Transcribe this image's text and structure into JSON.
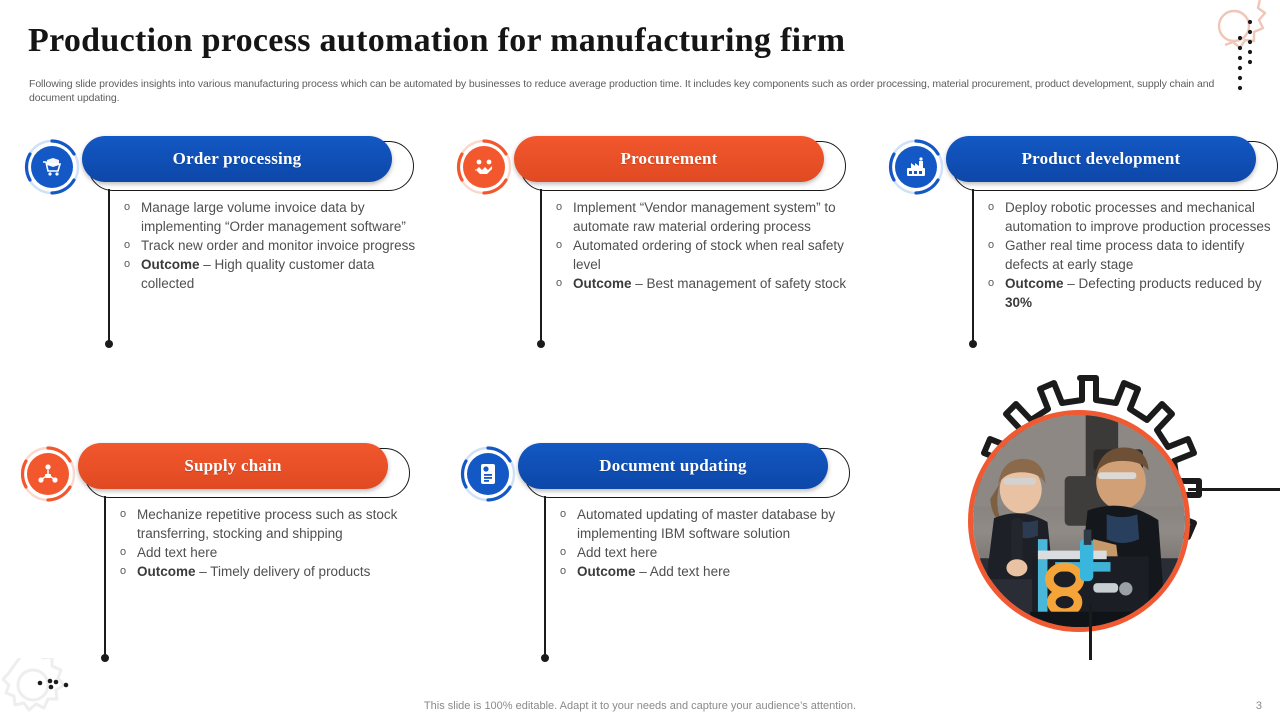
{
  "header": {
    "title": "Production process automation for manufacturing firm",
    "subtitle": "Following slide provides insights into various manufacturing process which can be automated by businesses to reduce average production time. It includes key components such as order processing, material procurement, product development, supply chain and document updating."
  },
  "colors": {
    "blue": "#1358c4",
    "blue_dark": "#0d47a8",
    "orange": "#f2572d",
    "orange_dark": "#e04a22",
    "outline": "#1b1b1b",
    "text_body": "#4f4f4f",
    "text_muted": "#8a8a8a"
  },
  "cards": [
    {
      "title": "Order processing",
      "theme": "blue",
      "icon": "order-cart-box-icon",
      "bullets": [
        {
          "marker": "o",
          "text": "Manage large volume invoice data by implementing “Order management software”",
          "bold": ""
        },
        {
          "marker": "o",
          "text": "Track new order and monitor invoice progress",
          "bold": ""
        },
        {
          "marker": "o",
          "text": " – High quality customer data collected",
          "bold": "Outcome"
        }
      ]
    },
    {
      "title": "Procurement",
      "theme": "orange",
      "icon": "handshake-deal-icon",
      "bullets": [
        {
          "marker": "o",
          "text": "Implement “Vendor management system” to automate raw material ordering process",
          "bold": ""
        },
        {
          "marker": "o",
          "text": "Automated ordering of stock when real safety level",
          "bold": ""
        },
        {
          "marker": "o",
          "text": " – Best management of safety stock",
          "bold": "Outcome"
        }
      ]
    },
    {
      "title": "Product development",
      "theme": "blue",
      "icon": "factory-robot-icon",
      "bullets": [
        {
          "marker": "o",
          "text": "Deploy robotic processes and mechanical automation to improve production processes",
          "bold": ""
        },
        {
          "marker": "o",
          "text": "Gather real time process data to identify defects at early stage",
          "bold": ""
        },
        {
          "marker": "o",
          "text": " – Defecting products reduced by 30%",
          "bold": "Outcome"
        }
      ]
    },
    {
      "title": "Supply chain",
      "theme": "orange",
      "icon": "supply-network-icon",
      "bullets": [
        {
          "marker": "o",
          "text": "Mechanize repetitive process such as stock transferring, stocking and shipping",
          "bold": ""
        },
        {
          "marker": "o",
          "text": "Add text here",
          "bold": ""
        },
        {
          "marker": "o",
          "text": " – Timely delivery of products",
          "bold": "Outcome"
        }
      ]
    },
    {
      "title": "Document updating",
      "theme": "blue",
      "icon": "document-settings-icon",
      "bullets": [
        {
          "marker": "o",
          "text": "Automated updating of master database by implementing IBM software solution",
          "bold": ""
        },
        {
          "marker": "o",
          "text": "Add text here",
          "bold": ""
        },
        {
          "marker": "o",
          "text": " – Add text here",
          "bold": "Outcome"
        }
      ]
    }
  ],
  "gear_photo": {
    "caption": "",
    "alt": "two engineers working on automated machinery"
  },
  "footer": {
    "note": "This slide is 100% editable. Adapt it to your needs and capture your audience’s attention.",
    "page_number": "3"
  }
}
